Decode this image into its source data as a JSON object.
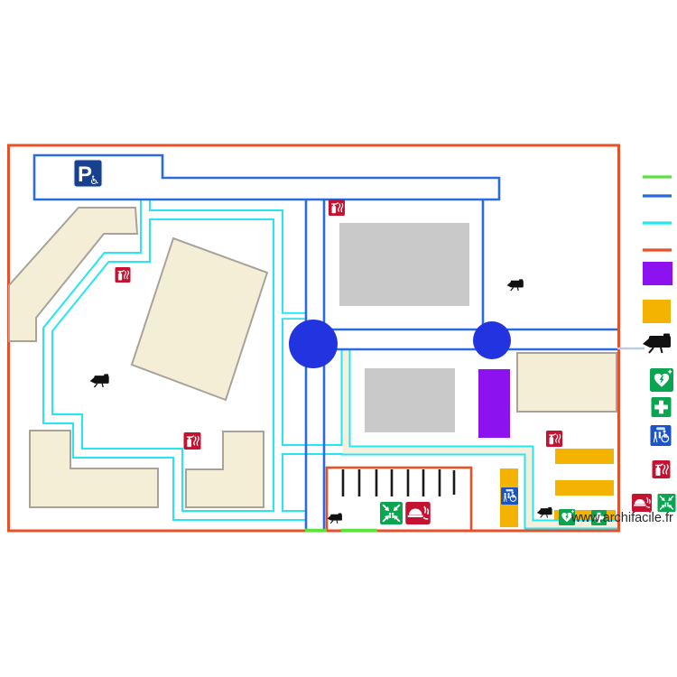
{
  "app": {
    "watermark": "www.archifacile.fr"
  },
  "parking_sign": {
    "letter": "P",
    "wheelchair_glyph": "♿"
  },
  "colors": {
    "boundary_orange": "#e8502a",
    "road_blue": "#2b6be0",
    "road_blue_light": "#b9cfe8",
    "route_cyan": "#25e6f2",
    "route_green": "#5ce23e",
    "node_blue": "#2134df",
    "building_fill": "#f5eed7",
    "building_stroke": "#a8a29a",
    "zone_gray": "#c9c9c9",
    "zone_purple": "#8c12ef",
    "zone_yellow": "#f5b301",
    "icon_green": "#0aa550",
    "icon_red": "#c41230",
    "icon_blue": "#1a52c8",
    "sign_blue": "#17418f",
    "camera_black": "#111111",
    "stripe_black": "#1a1a1a",
    "watermark_text": "#2a2a2a"
  },
  "legend": {
    "items": [
      {
        "name": "green-route-line",
        "type": "line",
        "color": "#5ce23e"
      },
      {
        "name": "blue-road-line",
        "type": "line",
        "color": "#2b6be0"
      },
      {
        "name": "cyan-route-line",
        "type": "line",
        "color": "#25e6f2"
      },
      {
        "name": "orange-boundary-line",
        "type": "line",
        "color": "#e8502a"
      },
      {
        "name": "purple-zone",
        "type": "swatch",
        "color": "#8c12ef"
      },
      {
        "name": "yellow-zone",
        "type": "swatch",
        "color": "#f5b301"
      },
      {
        "name": "camera",
        "type": "icon"
      },
      {
        "name": "defibrillator",
        "type": "icon"
      },
      {
        "name": "first-aid-cross",
        "type": "icon"
      },
      {
        "name": "accessible-evacuation",
        "type": "icon"
      },
      {
        "name": "fire-extinguisher",
        "type": "icon"
      },
      {
        "name": "fire-alarm",
        "type": "icon"
      },
      {
        "name": "assembly-point",
        "type": "icon"
      }
    ]
  }
}
